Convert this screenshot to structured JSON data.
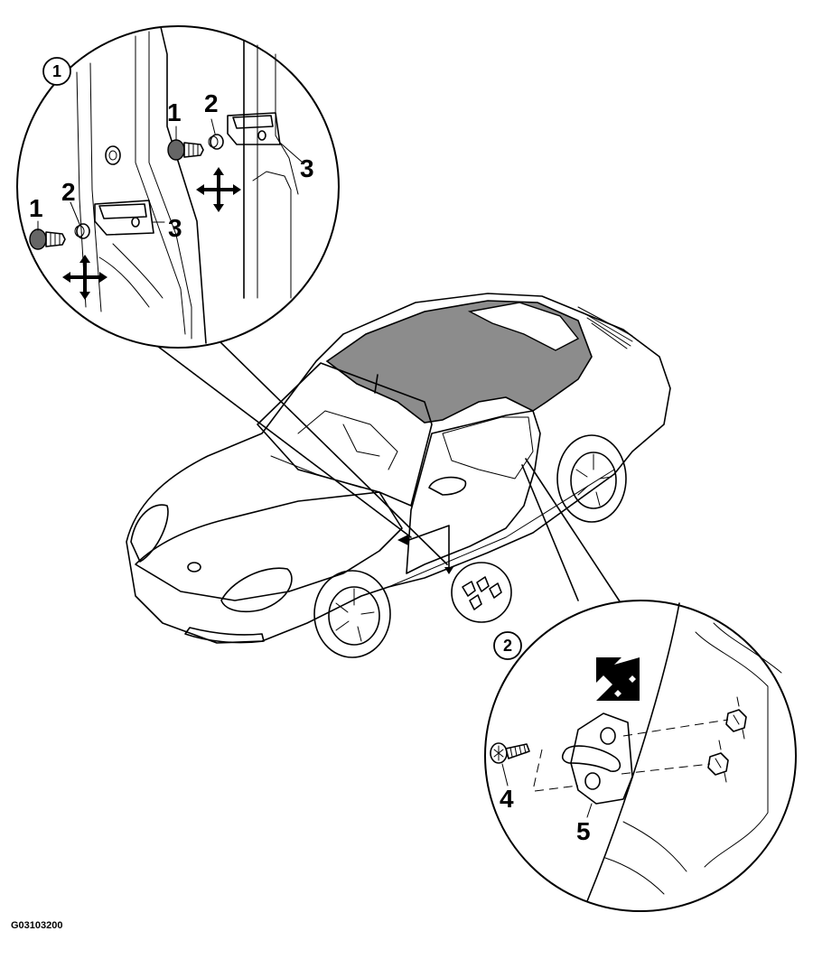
{
  "diagram": {
    "callouts": [
      {
        "id": "detail-1",
        "number": "1"
      },
      {
        "id": "detail-2",
        "number": "2"
      }
    ],
    "detail_1_labels": {
      "upper_bolt": "1",
      "upper_spacer": "2",
      "upper_hinge": "3",
      "lower_bolt": "1",
      "lower_spacer": "2",
      "lower_hinge": "3"
    },
    "detail_2_labels": {
      "screw": "4",
      "striker": "5"
    },
    "figure_id": "G03103200"
  }
}
